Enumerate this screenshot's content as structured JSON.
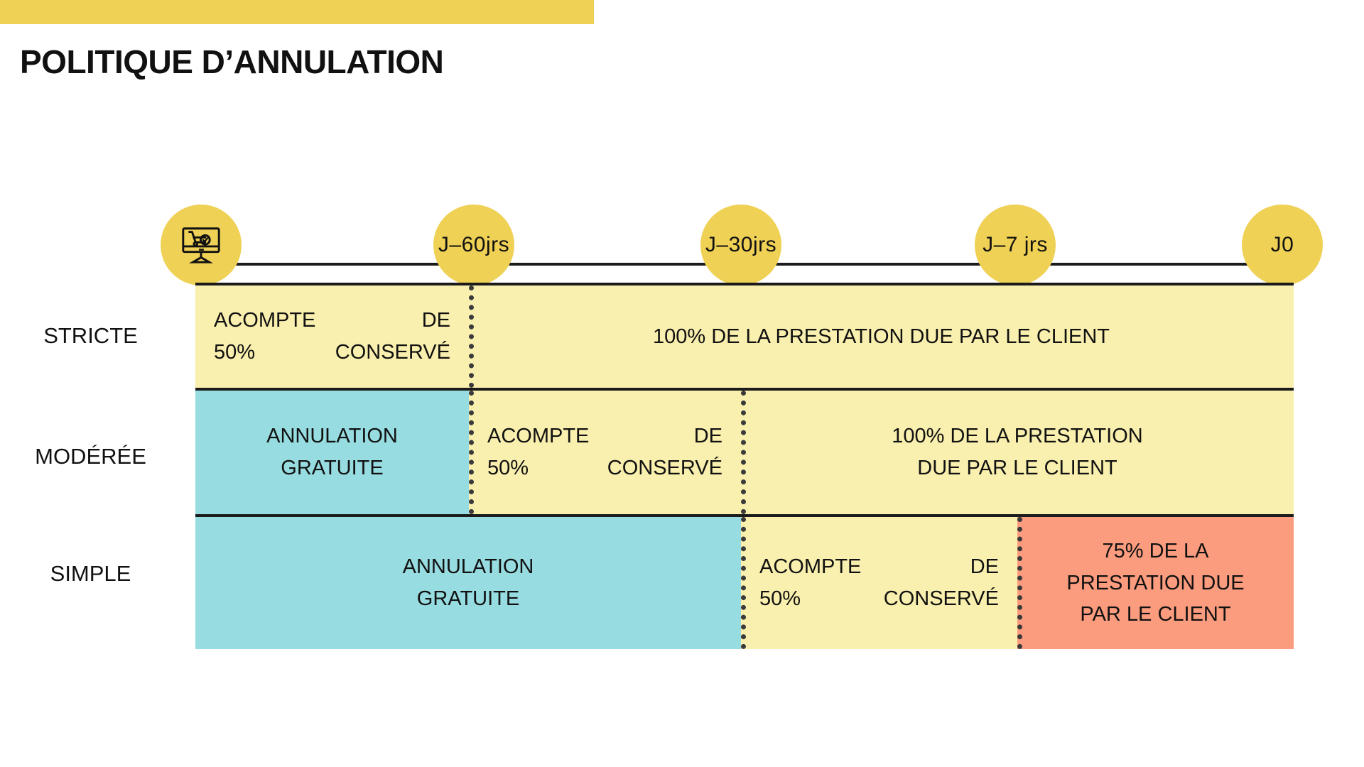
{
  "header": {
    "title": "POLITIQUE D’ANNULATION",
    "accent_color": "#EFD155"
  },
  "colors": {
    "yellow_node": "#EFD155",
    "yellow_cell": "#F9EFAE",
    "teal_cell": "#97DCE0",
    "salmon_cell": "#FB9C7E",
    "line": "#1b1b1b",
    "text": "#111111"
  },
  "timeline": {
    "nodes": [
      {
        "id": "booking",
        "label": "",
        "icon": "desktop-cart-check-icon"
      },
      {
        "id": "j60",
        "label": "J–60jrs",
        "icon": ""
      },
      {
        "id": "j30",
        "label": "J–30jrs",
        "icon": ""
      },
      {
        "id": "j7",
        "label": "J–7 jrs",
        "icon": ""
      },
      {
        "id": "j0",
        "label": "J0",
        "icon": ""
      }
    ]
  },
  "rows": [
    {
      "label": "STRICTE",
      "cells": [
        {
          "color": "yellow",
          "lines": [
            "ACOMPTE DE",
            "50% CONSERVÉ"
          ],
          "justify": true
        },
        {
          "color": "yellow",
          "lines": [
            "100% DE LA PRESTATION DUE PAR LE CLIENT"
          ],
          "justify": false
        }
      ]
    },
    {
      "label": "MODÉRÉE",
      "cells": [
        {
          "color": "teal",
          "lines": [
            "ANNULATION",
            "GRATUITE"
          ],
          "justify": false
        },
        {
          "color": "yellow",
          "lines": [
            "ACOMPTE DE",
            "50% CONSERVÉ"
          ],
          "justify": true
        },
        {
          "color": "yellow",
          "lines": [
            "100% DE LA PRESTATION",
            "DUE PAR LE CLIENT"
          ],
          "justify": false
        }
      ]
    },
    {
      "label": "SIMPLE",
      "cells": [
        {
          "color": "teal",
          "lines": [
            "ANNULATION",
            "GRATUITE"
          ],
          "justify": false
        },
        {
          "color": "yellow",
          "lines": [
            "ACOMPTE DE",
            "50% CONSERVÉ"
          ],
          "justify": true
        },
        {
          "color": "salmon",
          "lines": [
            "75% DE LA",
            "PRESTATION DUE",
            "PAR LE CLIENT"
          ],
          "justify": false
        }
      ]
    }
  ]
}
